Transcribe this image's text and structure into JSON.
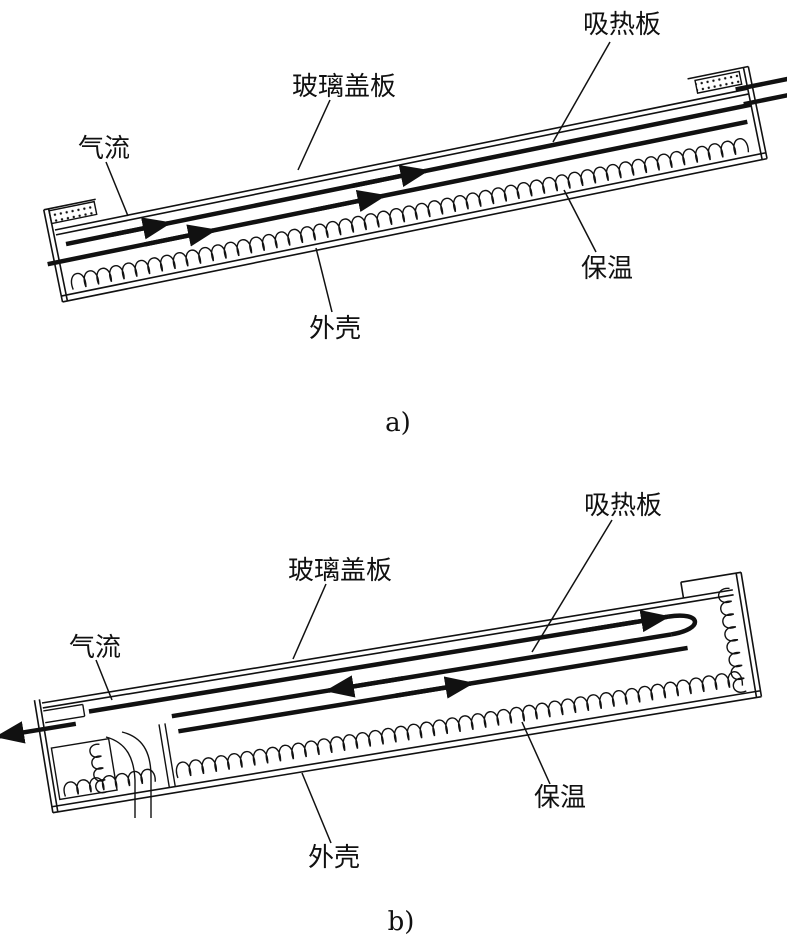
{
  "colors": {
    "ink": "#111111",
    "background": "#ffffff"
  },
  "figure_a": {
    "caption": "a)",
    "labels": {
      "absorber": "吸热板",
      "glass": "玻璃盖板",
      "airflow": "气流",
      "insulation": "保温",
      "shell": "外壳"
    }
  },
  "figure_b": {
    "caption": "b)",
    "labels": {
      "absorber": "吸热板",
      "glass": "玻璃盖板",
      "airflow": "气流",
      "insulation": "保温",
      "shell": "外壳"
    }
  }
}
